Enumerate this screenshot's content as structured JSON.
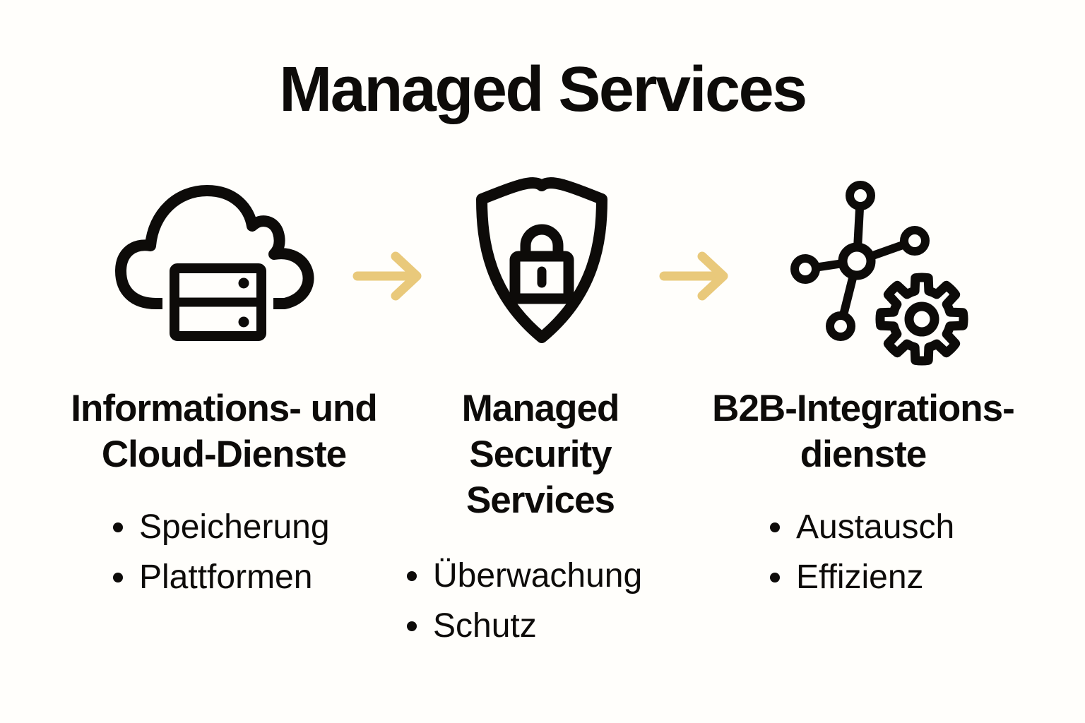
{
  "title": "Managed Services",
  "colors": {
    "ink": "#0d0b09",
    "arrow": "#e9c97b",
    "background": "#fffefb"
  },
  "columns": [
    {
      "icon": "cloud-server-icon",
      "heading_lines": [
        "Informations- und",
        "Cloud-Dienste"
      ],
      "bullets": [
        "Speicherung",
        "Plattformen"
      ]
    },
    {
      "icon": "shield-lock-icon",
      "heading_lines": [
        "Managed",
        "Security",
        "Services"
      ],
      "bullets": [
        "Überwachung",
        "Schutz"
      ]
    },
    {
      "icon": "network-gear-icon",
      "heading_lines": [
        "B2B-Integrations-",
        "dienste"
      ],
      "bullets": [
        "Austausch",
        "Effizienz"
      ]
    }
  ]
}
